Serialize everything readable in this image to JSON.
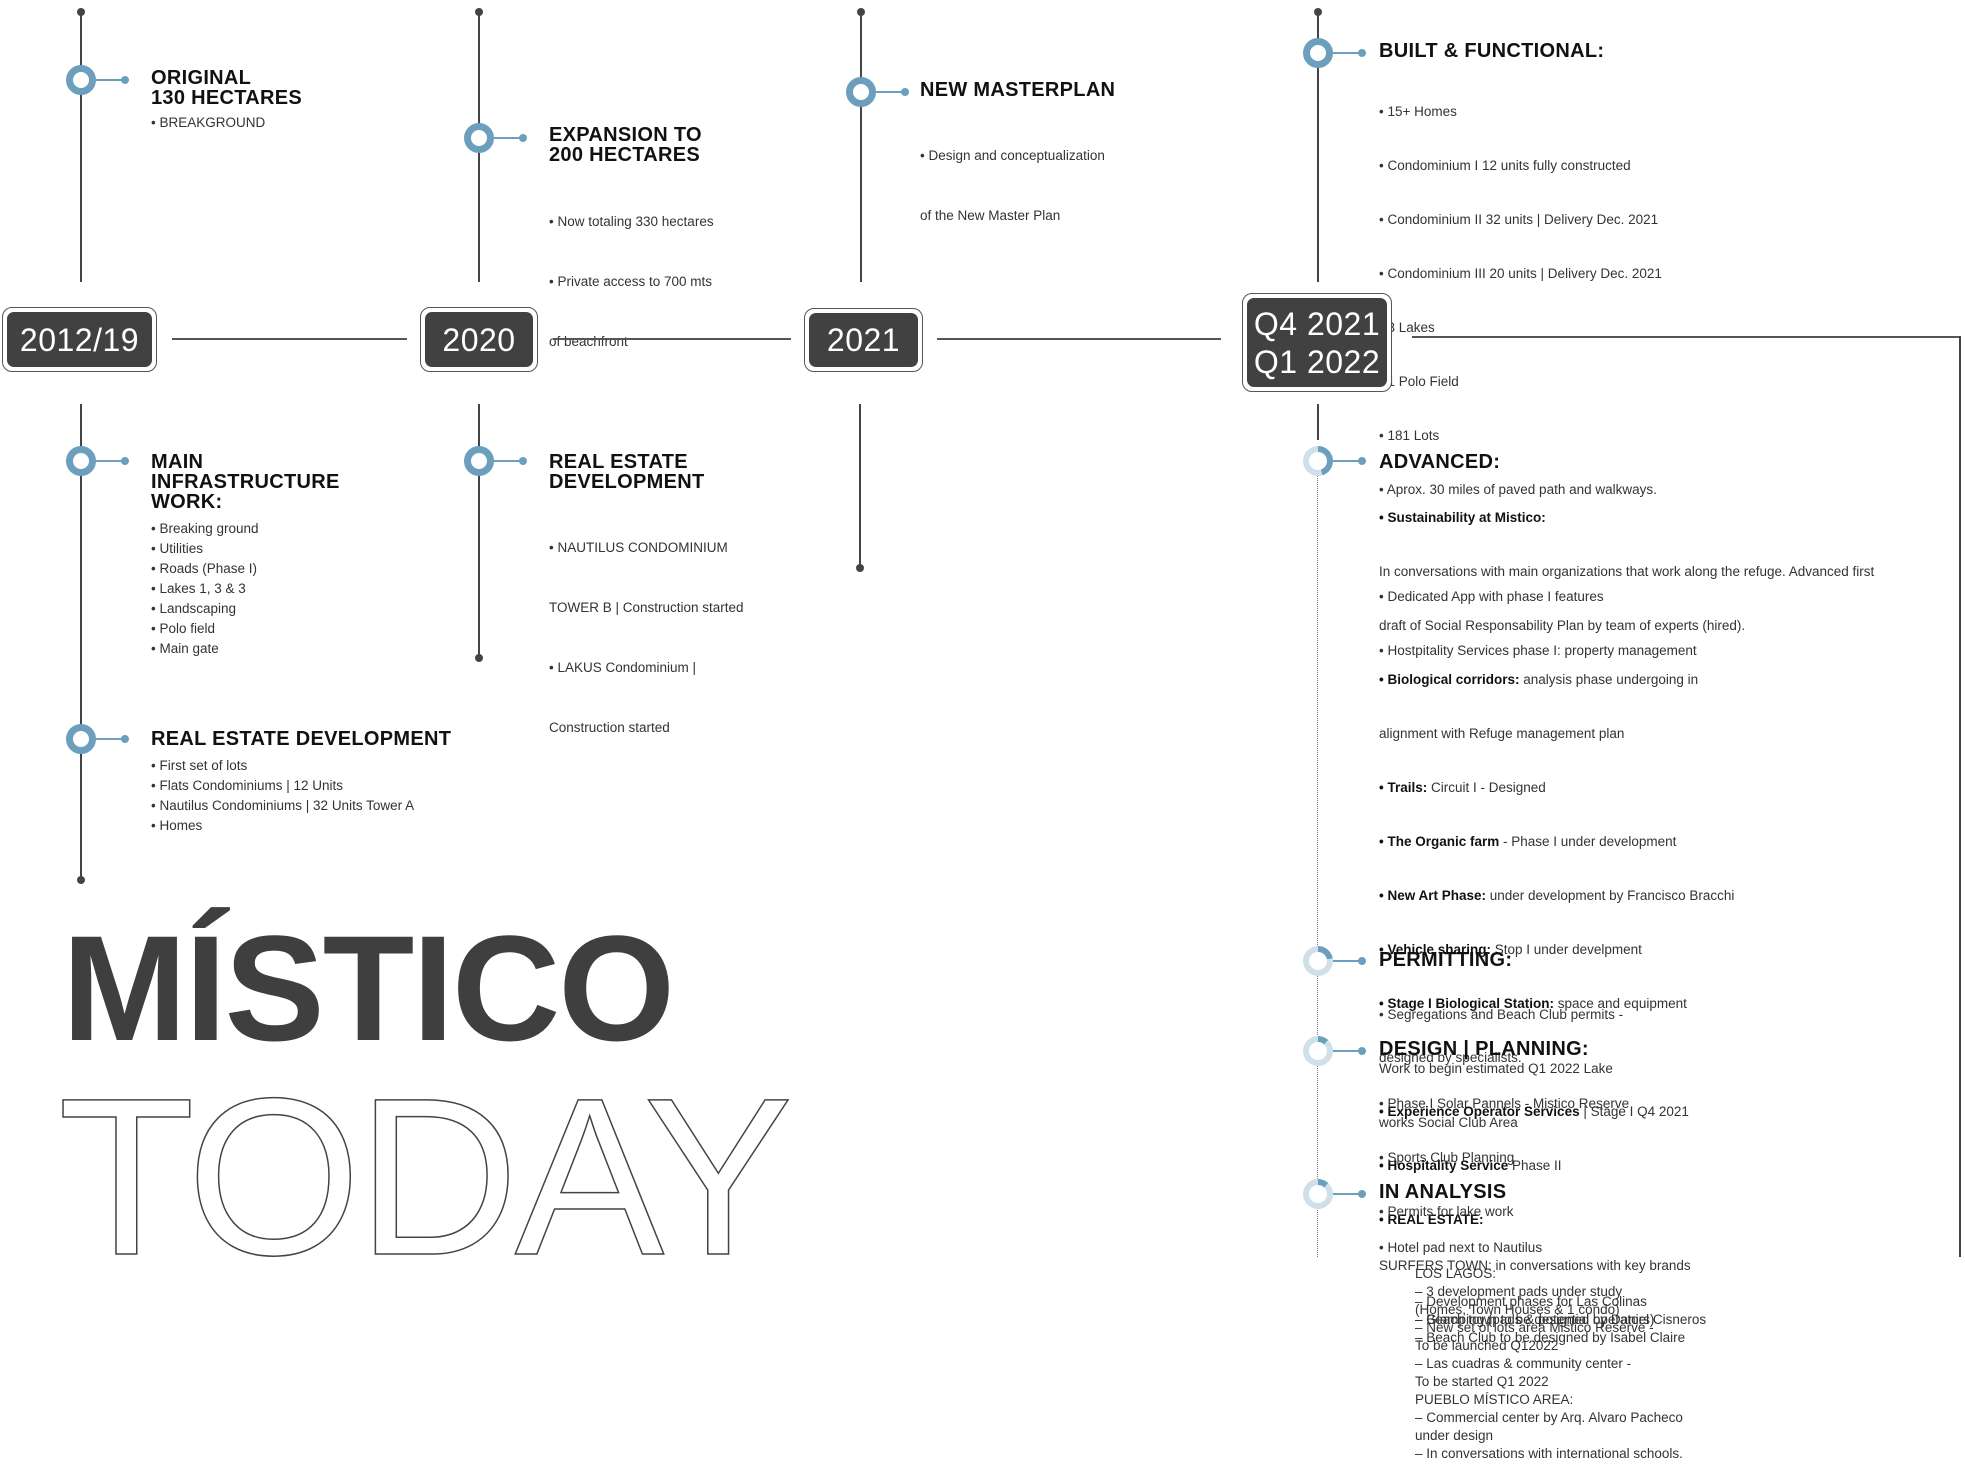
{
  "years": {
    "y2012": "2012/19",
    "y2020": "2020",
    "y2021": "2021",
    "yq4": "Q4 2021",
    "yq1": "Q1 2022"
  },
  "col1": {
    "top_title_1": "ORIGINAL",
    "top_title_2": "130 HECTARES",
    "top_items": [
      "• BREAKGROUND"
    ],
    "mid_title_1": "MAIN",
    "mid_title_2": "INFRASTRUCTURE",
    "mid_title_3": "WORK:",
    "mid_items": [
      "• Breaking ground",
      "• Utilities",
      "• Roads (Phase I)",
      "• Lakes 1, 3 & 3",
      "• Landscaping",
      "• Polo field",
      "• Main gate"
    ],
    "bot_title": "REAL ESTATE DEVELOPMENT",
    "bot_items": [
      "• First set of lots",
      "• Flats Condominiums | 12 Units",
      "• Nautilus Condominiums | 32 Units Tower A",
      "• Homes"
    ]
  },
  "col2": {
    "top_title_1": "EXPANSION TO",
    "top_title_2": "200 HECTARES",
    "top_items": [
      "• Now totaling 330 hectares",
      "• Private access to 700 mts",
      "   of beachfront"
    ],
    "mid_title_1": "REAL ESTATE",
    "mid_title_2": "DEVELOPMENT",
    "mid_items": [
      "• NAUTILUS CONDOMINIUM",
      "   TOWER B | Construction started",
      "• LAKUS Condominium |",
      "   Construction started"
    ]
  },
  "col3": {
    "top_title": "NEW MASTERPLAN",
    "top_items": [
      "• Design and conceptualization",
      "   of the New Master Plan"
    ]
  },
  "col4": {
    "built_title": "BUILT & FUNCTIONAL:",
    "built_items": [
      "• 15+ Homes",
      "• Condominium I 12 units fully constructed",
      "• Condominium II 32 units | Delivery Dec. 2021",
      "• Condominium III 20 units | Delivery Dec. 2021",
      "• 3 Lakes",
      "• 1 Polo Field",
      "• 181 Lots",
      "• Aprox. 30 miles of paved path and walkways.",
      "",
      "• Dedicated App with phase I features",
      "• Hostpitality Services phase I: property management"
    ],
    "adv_title": "ADVANCED:",
    "adv": {
      "sust_b": "• Sustainability at Mistico:",
      "sust_1": "In conversations with main organizations that work along the refuge. Advanced first",
      "sust_2": "draft of Social Responsability Plan by team of experts (hired).",
      "bio_b": "• Biological corridors:",
      "bio_t": " analysis phase undergoing in",
      "bio_2": "   alignment with Refuge management plan",
      "trails_b": "• Trails:",
      "trails_t": " Circuit I - Designed",
      "farm_b": "• The Organic farm",
      "farm_t": " - Phase I under development",
      "art_b": "• New Art Phase:",
      "art_t": " under development by Francisco Bracchi",
      "veh_b": "• Vehicle sharing:",
      "veh_t": " Stop I under develpment",
      "stage_b": "• Stage I Biological Station:",
      "stage_t": " space and equipment",
      "stage_2": "   designed by specialists.",
      "exp_b": "• Experience Operator Services",
      "exp_t": " | Stage I Q4 2021",
      "hosp_b": "• Hospitality Service",
      "hosp_t": " Phase II",
      "re_b": "• REAL ESTATE:",
      "re_lines": [
        "LOS LAGOS:",
        "– 3 development pads under study",
        "   (Homes, Town Houses & 1 condo)",
        "– New set of lots area Mistico Reserve -",
        "   To be launched Q12022",
        "– Las cuadras & community center -",
        "   To be started Q1 2022",
        "PUEBLO MÍSTICO AREA:",
        "– Commercial center by Arq. Alvaro Pacheco",
        "   under design",
        "– In conversations with international schools."
      ]
    },
    "perm_title": "PERMITTING:",
    "perm_items": [
      "• Segregations and Beach Club permits -",
      "   Work to begin estimated Q1 2022 Lake",
      "   works Social Club Area"
    ],
    "design_title": "DESIGN | PLANNING:",
    "design_items": [
      "• Phase I Solar Pannels - Mistico Reserve",
      "• Sports Club Planning",
      "• Permits for lake work"
    ],
    "design_surf": "SURFERS TOWN:",
    "design_surf_t": " in conversations with key brands",
    "design_sub": [
      "– Beach town to be designed by Daniel Cisneros",
      "– Beach Club to be designed by Isabel Claire"
    ],
    "analysis_title": "IN ANALYSIS",
    "analysis_items": [
      "• Hotel pad next to Nautilus"
    ],
    "analysis_sub": [
      "– Development phases for Las Colinas",
      "– Glamping (pads & potential operators)"
    ]
  },
  "brand": {
    "name": "MÍSTICO",
    "today": "TODAY"
  }
}
